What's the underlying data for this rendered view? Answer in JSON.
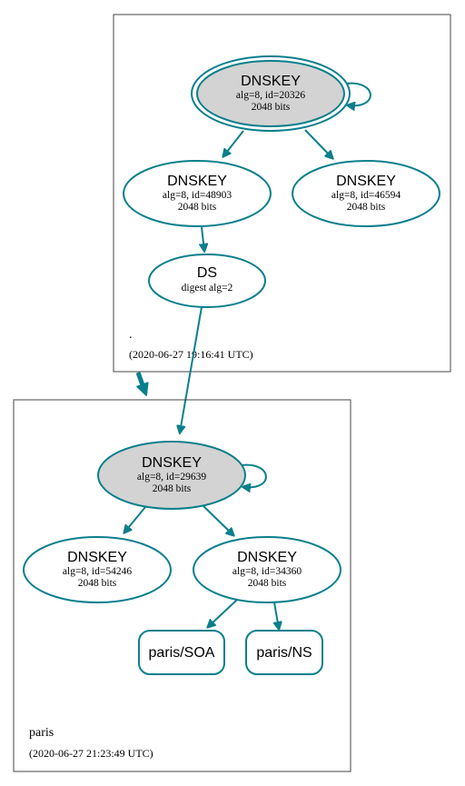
{
  "zones": {
    "root": {
      "name": ".",
      "timestamp": "(2020-06-27 19:16:41 UTC)",
      "dnskey_20326": {
        "title": "DNSKEY",
        "alg": "alg=8, id=20326",
        "bits": "2048 bits"
      },
      "dnskey_48903": {
        "title": "DNSKEY",
        "alg": "alg=8, id=48903",
        "bits": "2048 bits"
      },
      "dnskey_46594": {
        "title": "DNSKEY",
        "alg": "alg=8, id=46594",
        "bits": "2048 bits"
      },
      "ds": {
        "title": "DS",
        "digest": "digest alg=2"
      }
    },
    "paris": {
      "name": "paris",
      "timestamp": "(2020-06-27 21:23:49 UTC)",
      "dnskey_29639": {
        "title": "DNSKEY",
        "alg": "alg=8, id=29639",
        "bits": "2048 bits"
      },
      "dnskey_54246": {
        "title": "DNSKEY",
        "alg": "alg=8, id=54246",
        "bits": "2048 bits"
      },
      "dnskey_34360": {
        "title": "DNSKEY",
        "alg": "alg=8, id=34360",
        "bits": "2048 bits"
      },
      "soa": {
        "label": "paris/SOA"
      },
      "ns": {
        "label": "paris/NS"
      }
    }
  },
  "colors": {
    "edge": "#0a7f8c",
    "ksk_fill": "#d3d3d3",
    "zone_border": "#444444"
  }
}
